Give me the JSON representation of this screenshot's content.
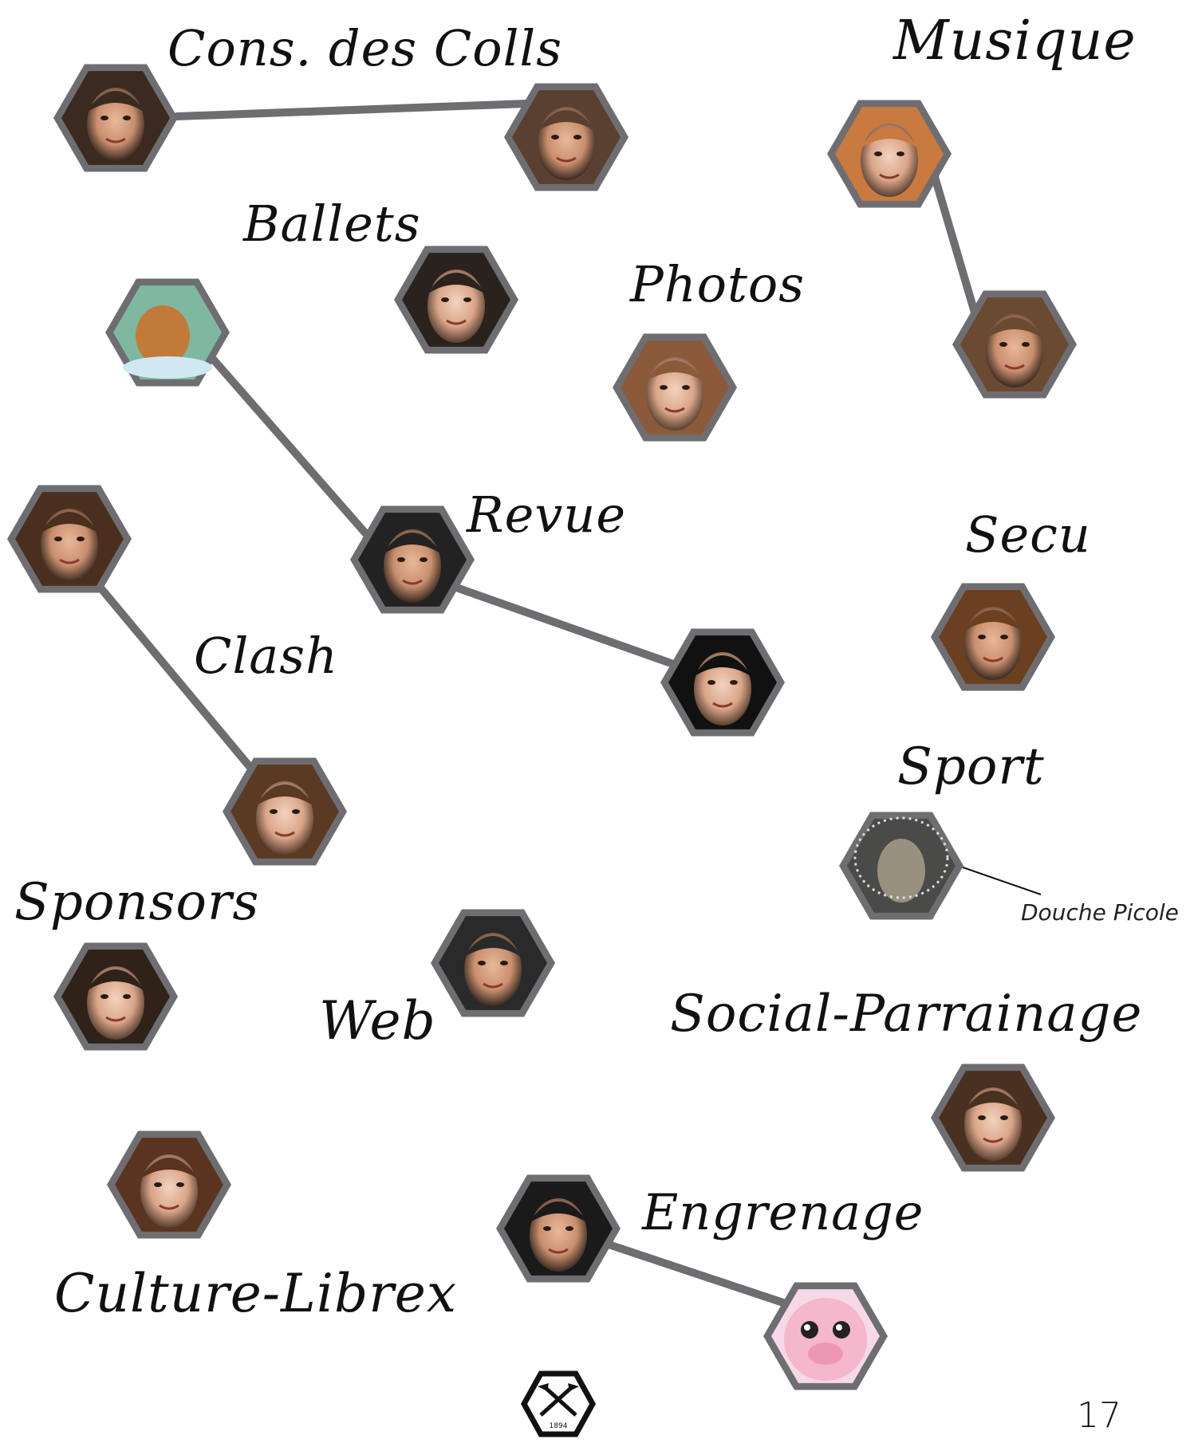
{
  "page_number": "17",
  "caption_douche": "Douche Picole",
  "logo_text": "1894",
  "colors": {
    "frame": "#6e6e72",
    "line": "#6e6e72",
    "text": "#111111"
  },
  "groups": [
    {
      "name": "Cons. des Colls"
    },
    {
      "name": "Musique"
    },
    {
      "name": "Ballets"
    },
    {
      "name": "Photos"
    },
    {
      "name": "Revue"
    },
    {
      "name": "Secu"
    },
    {
      "name": "Clash"
    },
    {
      "name": "Sport"
    },
    {
      "name": "Sponsors"
    },
    {
      "name": "Web"
    },
    {
      "name": "Social-Parrainage"
    },
    {
      "name": "Engrenage"
    },
    {
      "name": "Culture-Librex"
    }
  ]
}
